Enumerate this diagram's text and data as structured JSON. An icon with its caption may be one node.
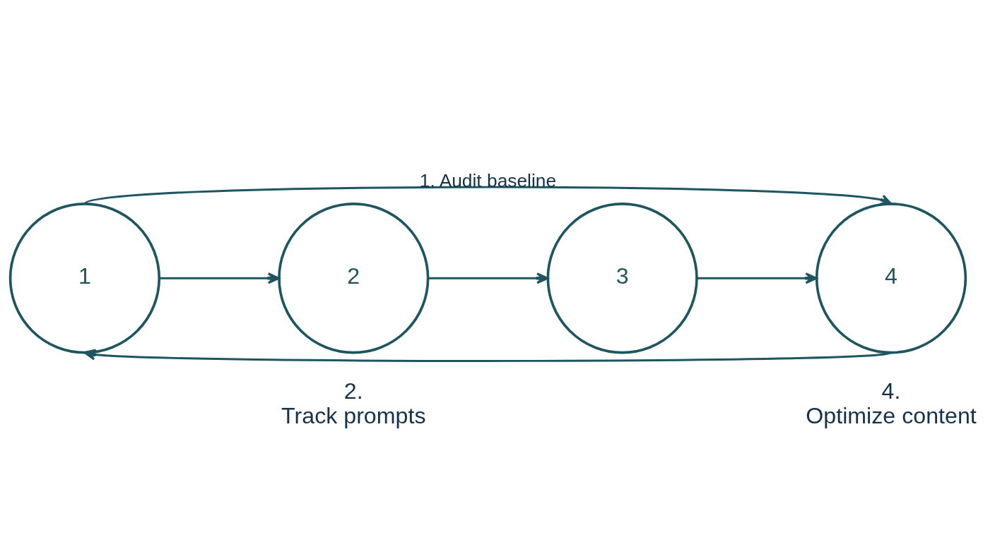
{
  "diagram": {
    "nodes": [
      {
        "text": [
          "1"
        ]
      },
      {
        "text": [
          "2"
        ],
        "beside": [
          "2.",
          "Track prompts"
        ]
      },
      {
        "text": [
          "3"
        ]
      },
      {
        "text": [
          "4"
        ],
        "beside": [
          "4.",
          "Optimize content"
        ]
      }
    ],
    "edges": [
      {
        "from": 0,
        "to": 1,
        "arrow": "to"
      },
      {
        "from": 1,
        "to": 2,
        "arrow": "to"
      },
      {
        "from": 2,
        "to": 3,
        "arrow": "to"
      },
      {
        "from": 0,
        "to": 3,
        "arrow": "to",
        "label": "1. Audit baseline"
      },
      {
        "from": 3,
        "to": 0,
        "arrow": "to"
      }
    ]
  }
}
